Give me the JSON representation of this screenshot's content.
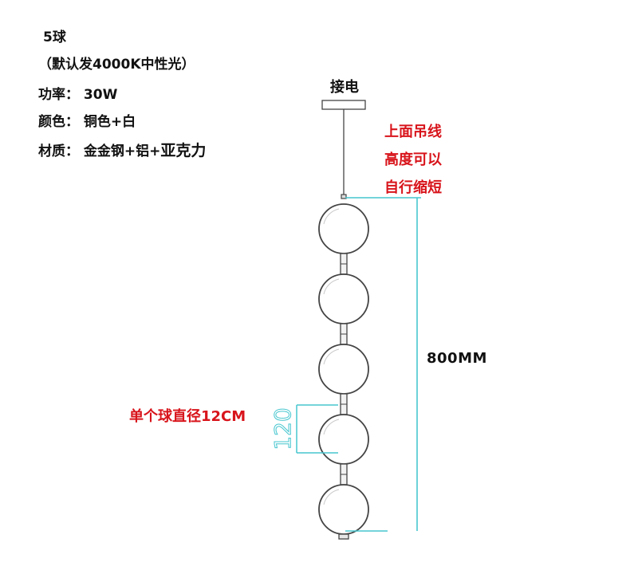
{
  "specs": {
    "title": "5球",
    "default_light": "（默认发4000K中性光）",
    "power_label": "功率：",
    "power_value": "30W",
    "color_label": "颜色：",
    "color_value": "铜色+白",
    "material_label": "材质：",
    "material_value": "金金钢+铝+",
    "material_value_extra": "亚克力"
  },
  "diagram": {
    "power_label": "接电",
    "top_note": [
      "上面吊线",
      "高度可以",
      "自行缩短"
    ],
    "height_label": "800MM",
    "ball_diameter_note": "单个球直径12CM",
    "ball_dimension_label": "120",
    "ball_count": 5,
    "colors": {
      "note_red": "#d8141b",
      "dimension_cyan": "#46c6cf",
      "outline": "#444444"
    }
  }
}
